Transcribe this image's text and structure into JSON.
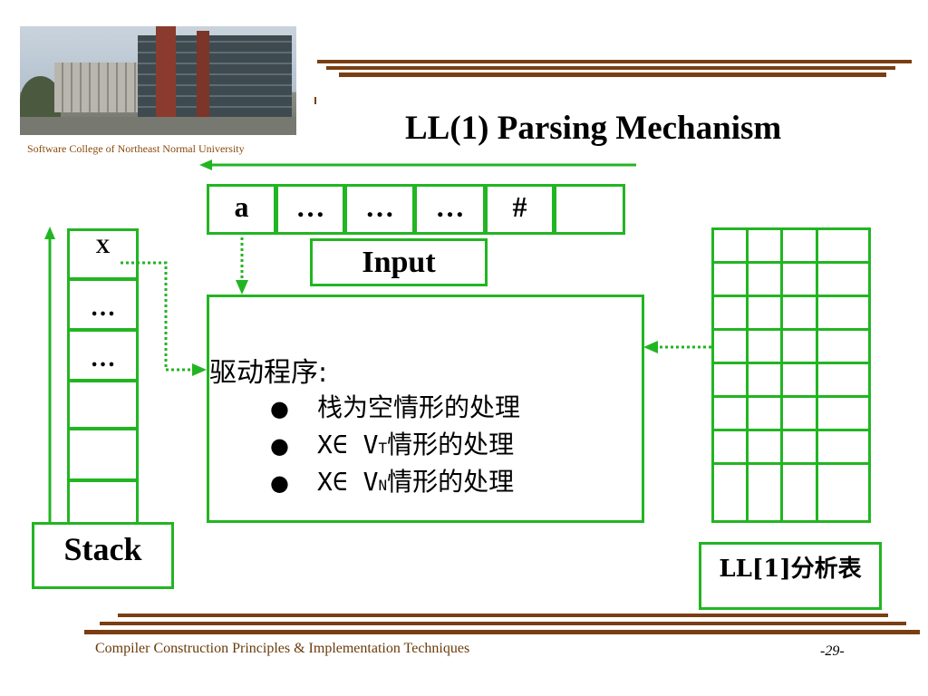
{
  "header": {
    "college": "Software College of Northeast Normal University",
    "title": "LL(1) Parsing Mechanism"
  },
  "input": {
    "cells": [
      "a",
      "…",
      "…",
      "…",
      "#",
      ""
    ],
    "label": "Input"
  },
  "stack": {
    "cells": [
      "X",
      "…",
      "…",
      "",
      "",
      ""
    ],
    "label": "Stack"
  },
  "driver": {
    "title": "驱动程序:",
    "items": [
      {
        "text": "栈为空情形的处理"
      },
      {
        "prefix": "X∈ V",
        "sub": "T",
        "suffix": "情形的处理"
      },
      {
        "prefix": "X∈ V",
        "sub": "N",
        "suffix": "情形的处理"
      }
    ]
  },
  "table": {
    "label": "LL[1]分析表"
  },
  "footer": {
    "course": "Compiler Construction Principles & Implementation Techniques",
    "page": "-29-"
  },
  "colors": {
    "accent_green": "#22b522",
    "rule_brown": "#7a3e12"
  }
}
